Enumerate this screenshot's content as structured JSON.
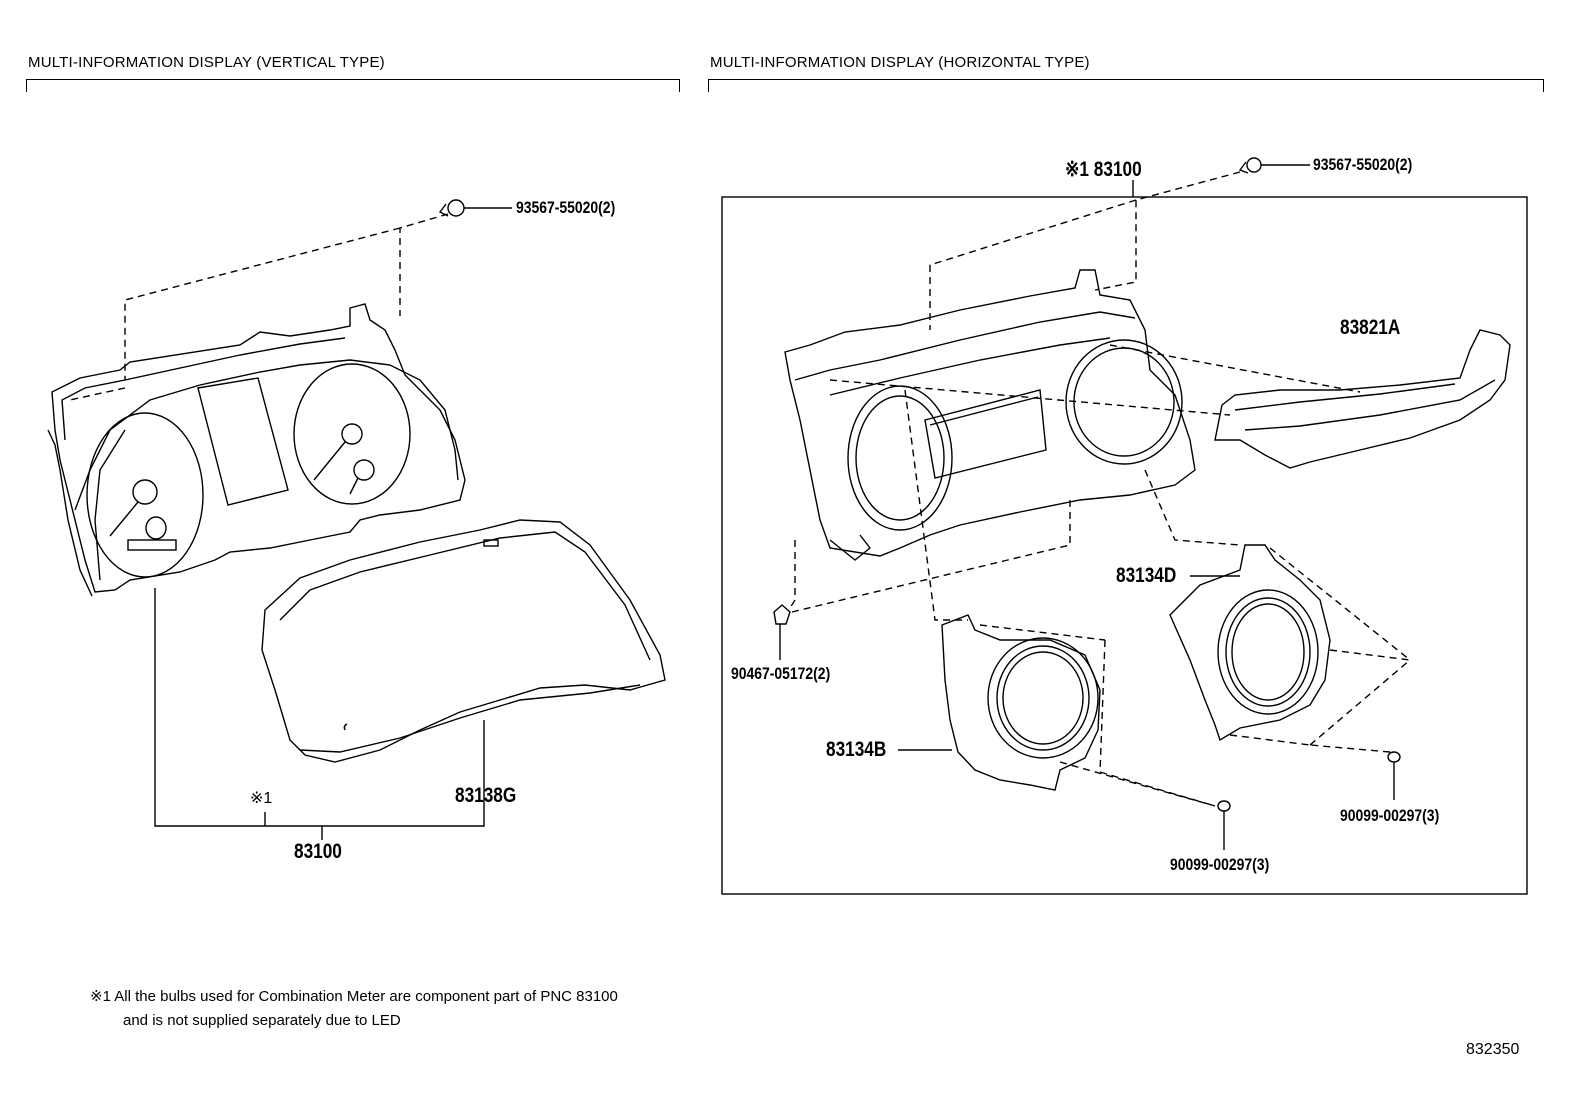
{
  "headers": {
    "vertical": "MULTI-INFORMATION DISPLAY (VERTICAL TYPE)",
    "horizontal": "MULTI-INFORMATION DISPLAY (HORIZONTAL TYPE)"
  },
  "left_parts": {
    "bolt": "93567-55020(2)",
    "lens": "83138G",
    "note_mark": "※1",
    "meter": "83100"
  },
  "right_parts": {
    "meter": "※1 83100",
    "bolt": "93567-55020(2)",
    "panel": "83821A",
    "ring_right": "83134D",
    "clip": "90467-05172(2)",
    "ring_left": "83134B",
    "screw_right": "90099-00297(3)",
    "screw_left": "90099-00297(3)"
  },
  "footnote": {
    "line1": "※1 All the bulbs used for Combination Meter are component part of PNC 83100",
    "line2": "and is not supplied separately due to LED"
  },
  "diagram_code": "832350"
}
